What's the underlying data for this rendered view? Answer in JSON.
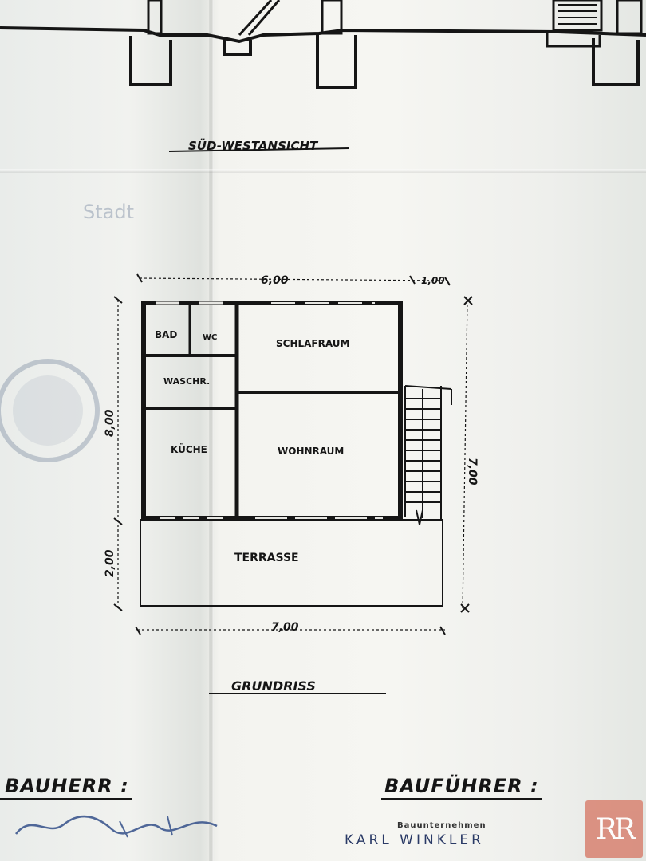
{
  "top_drawing": {
    "title": "SÜD-WESTANSICHT"
  },
  "plan": {
    "title": "GRUNDRISS",
    "dim_top_main": "6,00",
    "dim_top_side": "1,00",
    "dim_left_main": "8,00",
    "dim_left_terrace": "2,00",
    "dim_right": "7,00",
    "dim_bottom": "7,00",
    "rooms": {
      "bad": "BAD",
      "wc": "WC",
      "waschraum": "WASCHR.",
      "kueche": "KÜCHE",
      "schlafraum": "SCHLAFRAUM",
      "wohnraum": "WOHNRAUM",
      "terrasse": "TERRASSE"
    }
  },
  "footer": {
    "bauherr_label": "BAUHERR :",
    "baufuehrer_label": "BAUFÜHRER :",
    "company_small": "Bauunternehmen",
    "company_name": "KARL WINKLER"
  },
  "stamp": {
    "text": "Stadt"
  },
  "logo": {
    "text": "RR",
    "color": "#d98a7a"
  },
  "colors": {
    "ink": "#151515",
    "paper": "#f3f3ef"
  }
}
